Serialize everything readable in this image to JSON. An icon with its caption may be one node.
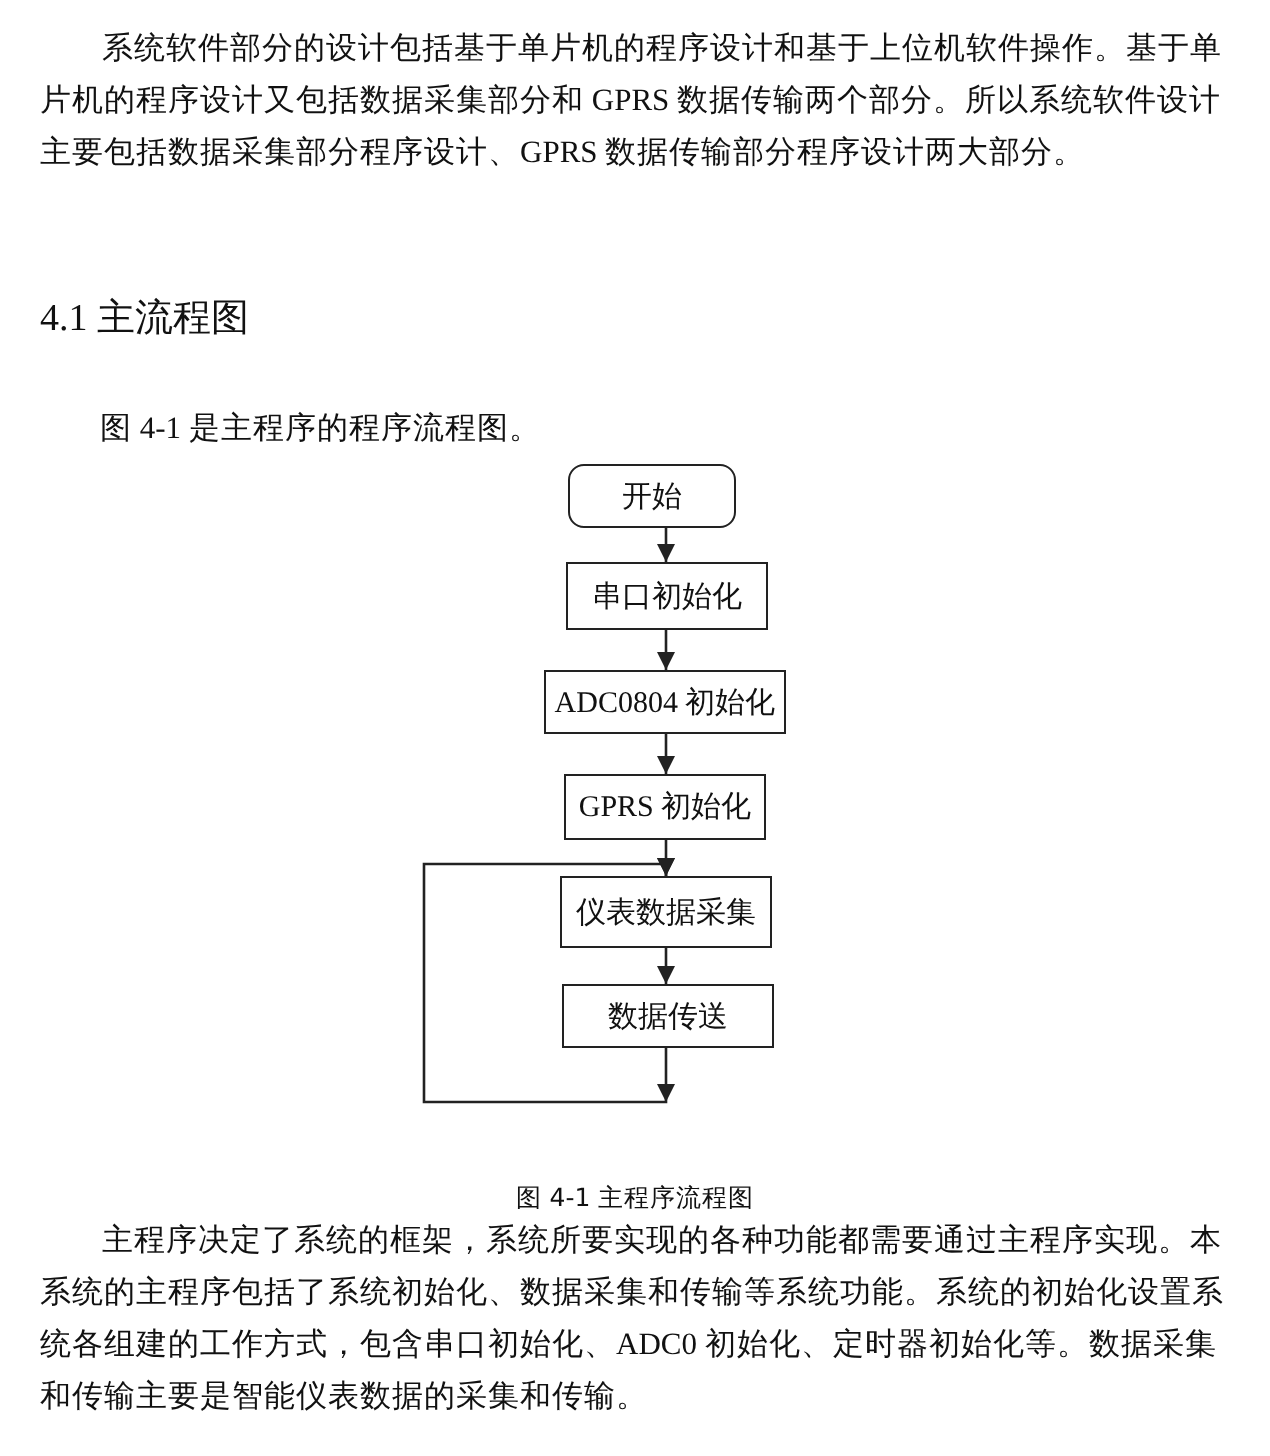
{
  "diagram": {
    "title": "4.1 主流程图",
    "caption": "图 4-1 主程序流程图",
    "nodes": [
      {
        "text": [
          "开始"
        ]
      },
      {
        "text": [
          "串口初始化"
        ]
      },
      {
        "text": [
          "ADC0804 初始化"
        ]
      },
      {
        "text": [
          "GPRS 初始化"
        ]
      },
      {
        "text": [
          "仪表数据采集"
        ]
      },
      {
        "text": [
          "数据传送"
        ]
      }
    ],
    "edges": [
      {
        "from": 0,
        "to": 1,
        "arrow": "to"
      },
      {
        "from": 1,
        "to": 2,
        "arrow": "to"
      },
      {
        "from": 2,
        "to": 3,
        "arrow": "to"
      },
      {
        "from": 3,
        "to": 4,
        "arrow": "to"
      },
      {
        "from": 4,
        "to": 5,
        "arrow": "to"
      },
      {
        "from": 5,
        "to": 4,
        "arrow": "to"
      }
    ],
    "labels": [
      "系统软件部分的设计包括基于单片机的程序设计和基于上位机软件操作。基于单片机的程序设计又包括数据采集部分和 GPRS 数据传输两个部分。所以系统软件设计主要包括数据采集部分程序设计、GPRS 数据传输部分程序设计两大部分。",
      "图 4-1 是主程序的程序流程图。",
      "主程序决定了系统的框架，系统所要实现的各种功能都需要通过主程序实现。本系统的主程序包括了系统初始化、数据采集和传输等系统功能。系统的初始化设置系统各组建的工作方式，包含串口初始化、ADC0 初始化、定时器初始化等。数据采集和传输主要是智能仪表数据的采集和传输。"
    ]
  }
}
